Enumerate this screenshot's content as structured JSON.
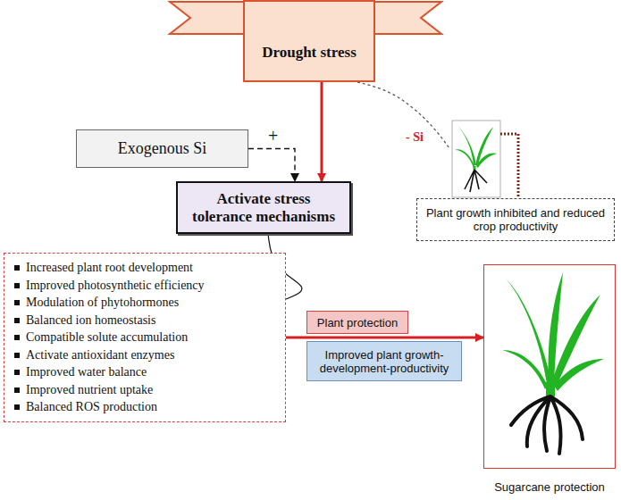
{
  "diagram": {
    "nodes": [
      {
        "text": [
          "Drought stress"
        ]
      },
      {
        "text": [
          "Exogenous Si"
        ]
      },
      {
        "text": [
          "Plant growth inhibited and reduced crop productivity"
        ]
      },
      {
        "text": [
          "Activate stress tolerance mechanisms"
        ]
      },
      {
        "text": [
          "Increased plant root development",
          "Improved photosynthetic efficiency",
          "Modulation of phytohormones",
          "Balanced ion homeostasis",
          "Compatible solute accumulation",
          "Activate antioxidant enzymes",
          "Improved water balance",
          "Improved nutrient uptake",
          "Balanced ROS production"
        ]
      },
      {
        "text": [
          "Plant protection"
        ]
      },
      {
        "text": [
          "Improved plant growth-development-productivity"
        ]
      },
      {
        "text": [
          "Sugarcane protection"
        ]
      }
    ],
    "edges": [
      {
        "from": 0,
        "to": 3,
        "arrow": "to"
      },
      {
        "from": 1,
        "to": 3,
        "label": "+",
        "arrow": "to"
      },
      {
        "from": 0,
        "to": 2,
        "label": "- Si",
        "arrow": "none"
      },
      {
        "from": 3,
        "to": 4,
        "arrow": "none"
      },
      {
        "from": 4,
        "to": 7,
        "arrow": "to"
      }
    ]
  }
}
